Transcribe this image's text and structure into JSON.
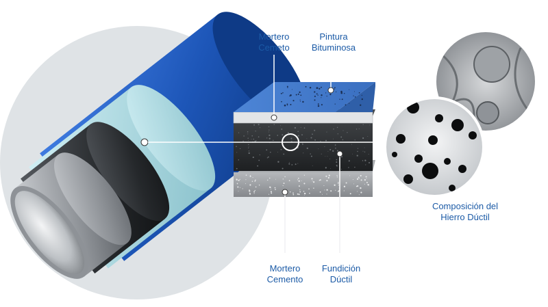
{
  "labels": {
    "mortero_cemeto": [
      "Mortero",
      "Cemeto"
    ],
    "pintura_bituminosa": [
      "Pintura",
      "Bituminosa"
    ],
    "composicion": [
      "Composición del",
      "Hierro Dúctil"
    ],
    "mortero_cemento": [
      "Mortero",
      "Cemento"
    ],
    "fundicion_ductil": [
      "Fundición",
      "Dúctil"
    ]
  },
  "colors": {
    "label_text": "#1b5aa6",
    "outer_blue": "#1d56b8",
    "light_teal": "#a9d6de",
    "black_layer": "#2a2d30",
    "gray_layer": "#9a9ea3",
    "backdrop_circle": "#dfe3e6"
  }
}
